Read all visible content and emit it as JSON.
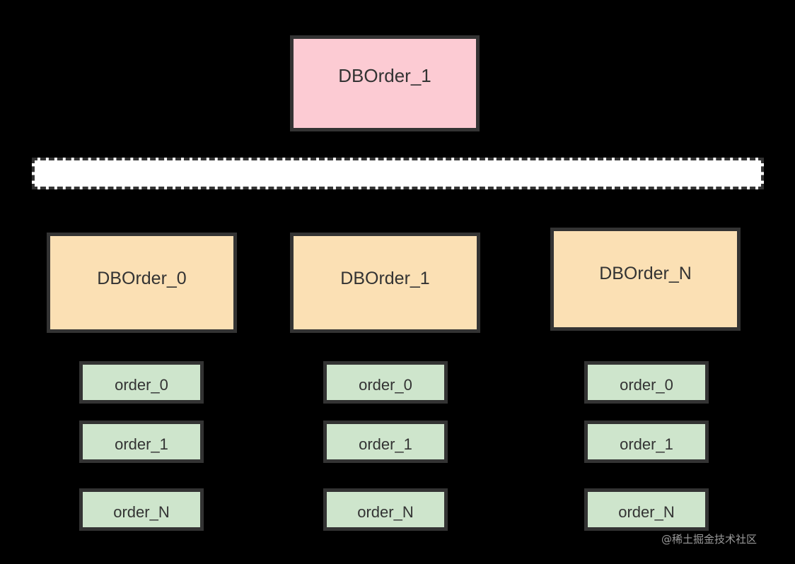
{
  "diagram": {
    "background_color": "#000000",
    "stroke_color": "#333333",
    "root": {
      "label": "DBOrder_1",
      "fill": "#FCCBD3"
    },
    "bus": {
      "label": "",
      "fill": "#FFFFFF",
      "border_style": "dashed"
    },
    "databases": [
      {
        "label": "DBOrder_0",
        "fill": "#FBE0B4"
      },
      {
        "label": "DBOrder_1",
        "fill": "#FBE0B4"
      },
      {
        "label": "DBOrder_N",
        "fill": "#FBE0B4"
      }
    ],
    "tables": {
      "fill": "#CEE5CC",
      "columns": [
        {
          "items": [
            "order_0",
            "order_1",
            "order_N"
          ]
        },
        {
          "items": [
            "order_0",
            "order_1",
            "order_N"
          ]
        },
        {
          "items": [
            "order_0",
            "order_1",
            "order_N"
          ]
        }
      ]
    },
    "watermark": "@稀土掘金技术社区"
  }
}
